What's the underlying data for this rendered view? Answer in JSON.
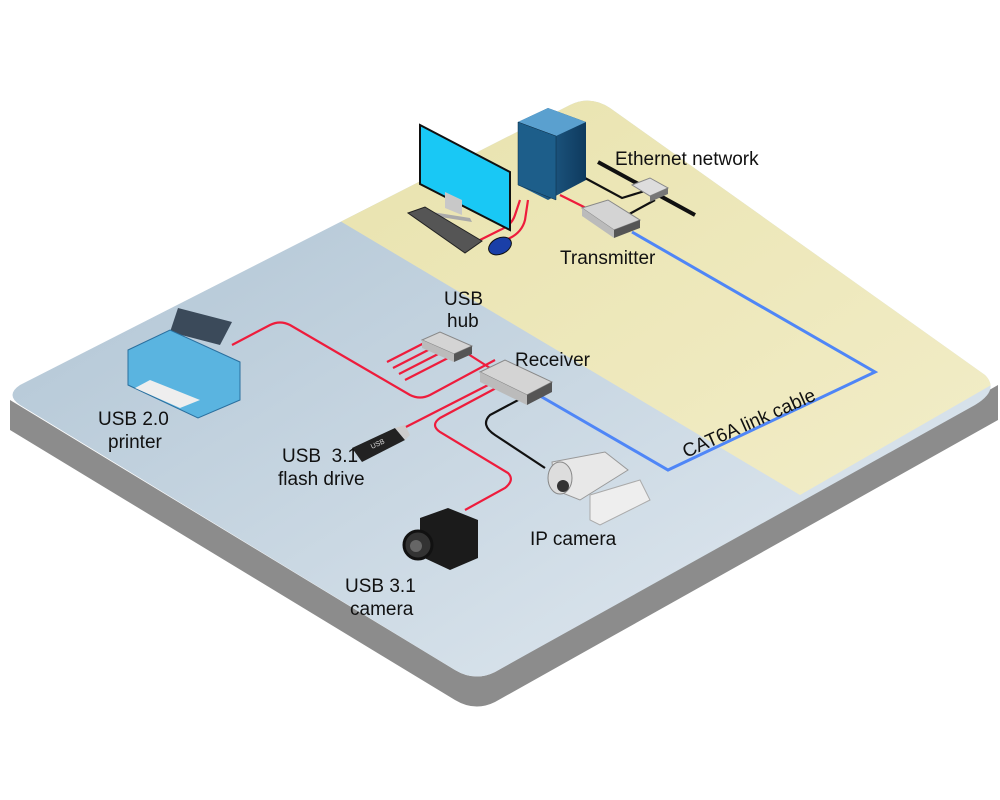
{
  "labels": {
    "ethernet": "Ethernet network",
    "transmitter": "Transmitter",
    "usb_hub_1": "USB",
    "usb_hub_2": "hub",
    "receiver": "Receiver",
    "link_cable": "CAT6A link cable",
    "printer_1": "USB 2.0",
    "printer_2": "printer",
    "flash_1": "USB  3.1",
    "flash_2": "flash drive",
    "camera_1": "USB 3.1",
    "camera_2": "camera",
    "ip_camera": "IP camera",
    "flash_drive_badge": "USB"
  },
  "colors": {
    "usb_cable": "#ee1c3c",
    "link_cable": "#4f86f7",
    "ethernet_cable": "#111111",
    "local_zone": "#ede7b8",
    "remote_zone": "#b7c9d8",
    "platform_side": "#8a8a8a"
  }
}
